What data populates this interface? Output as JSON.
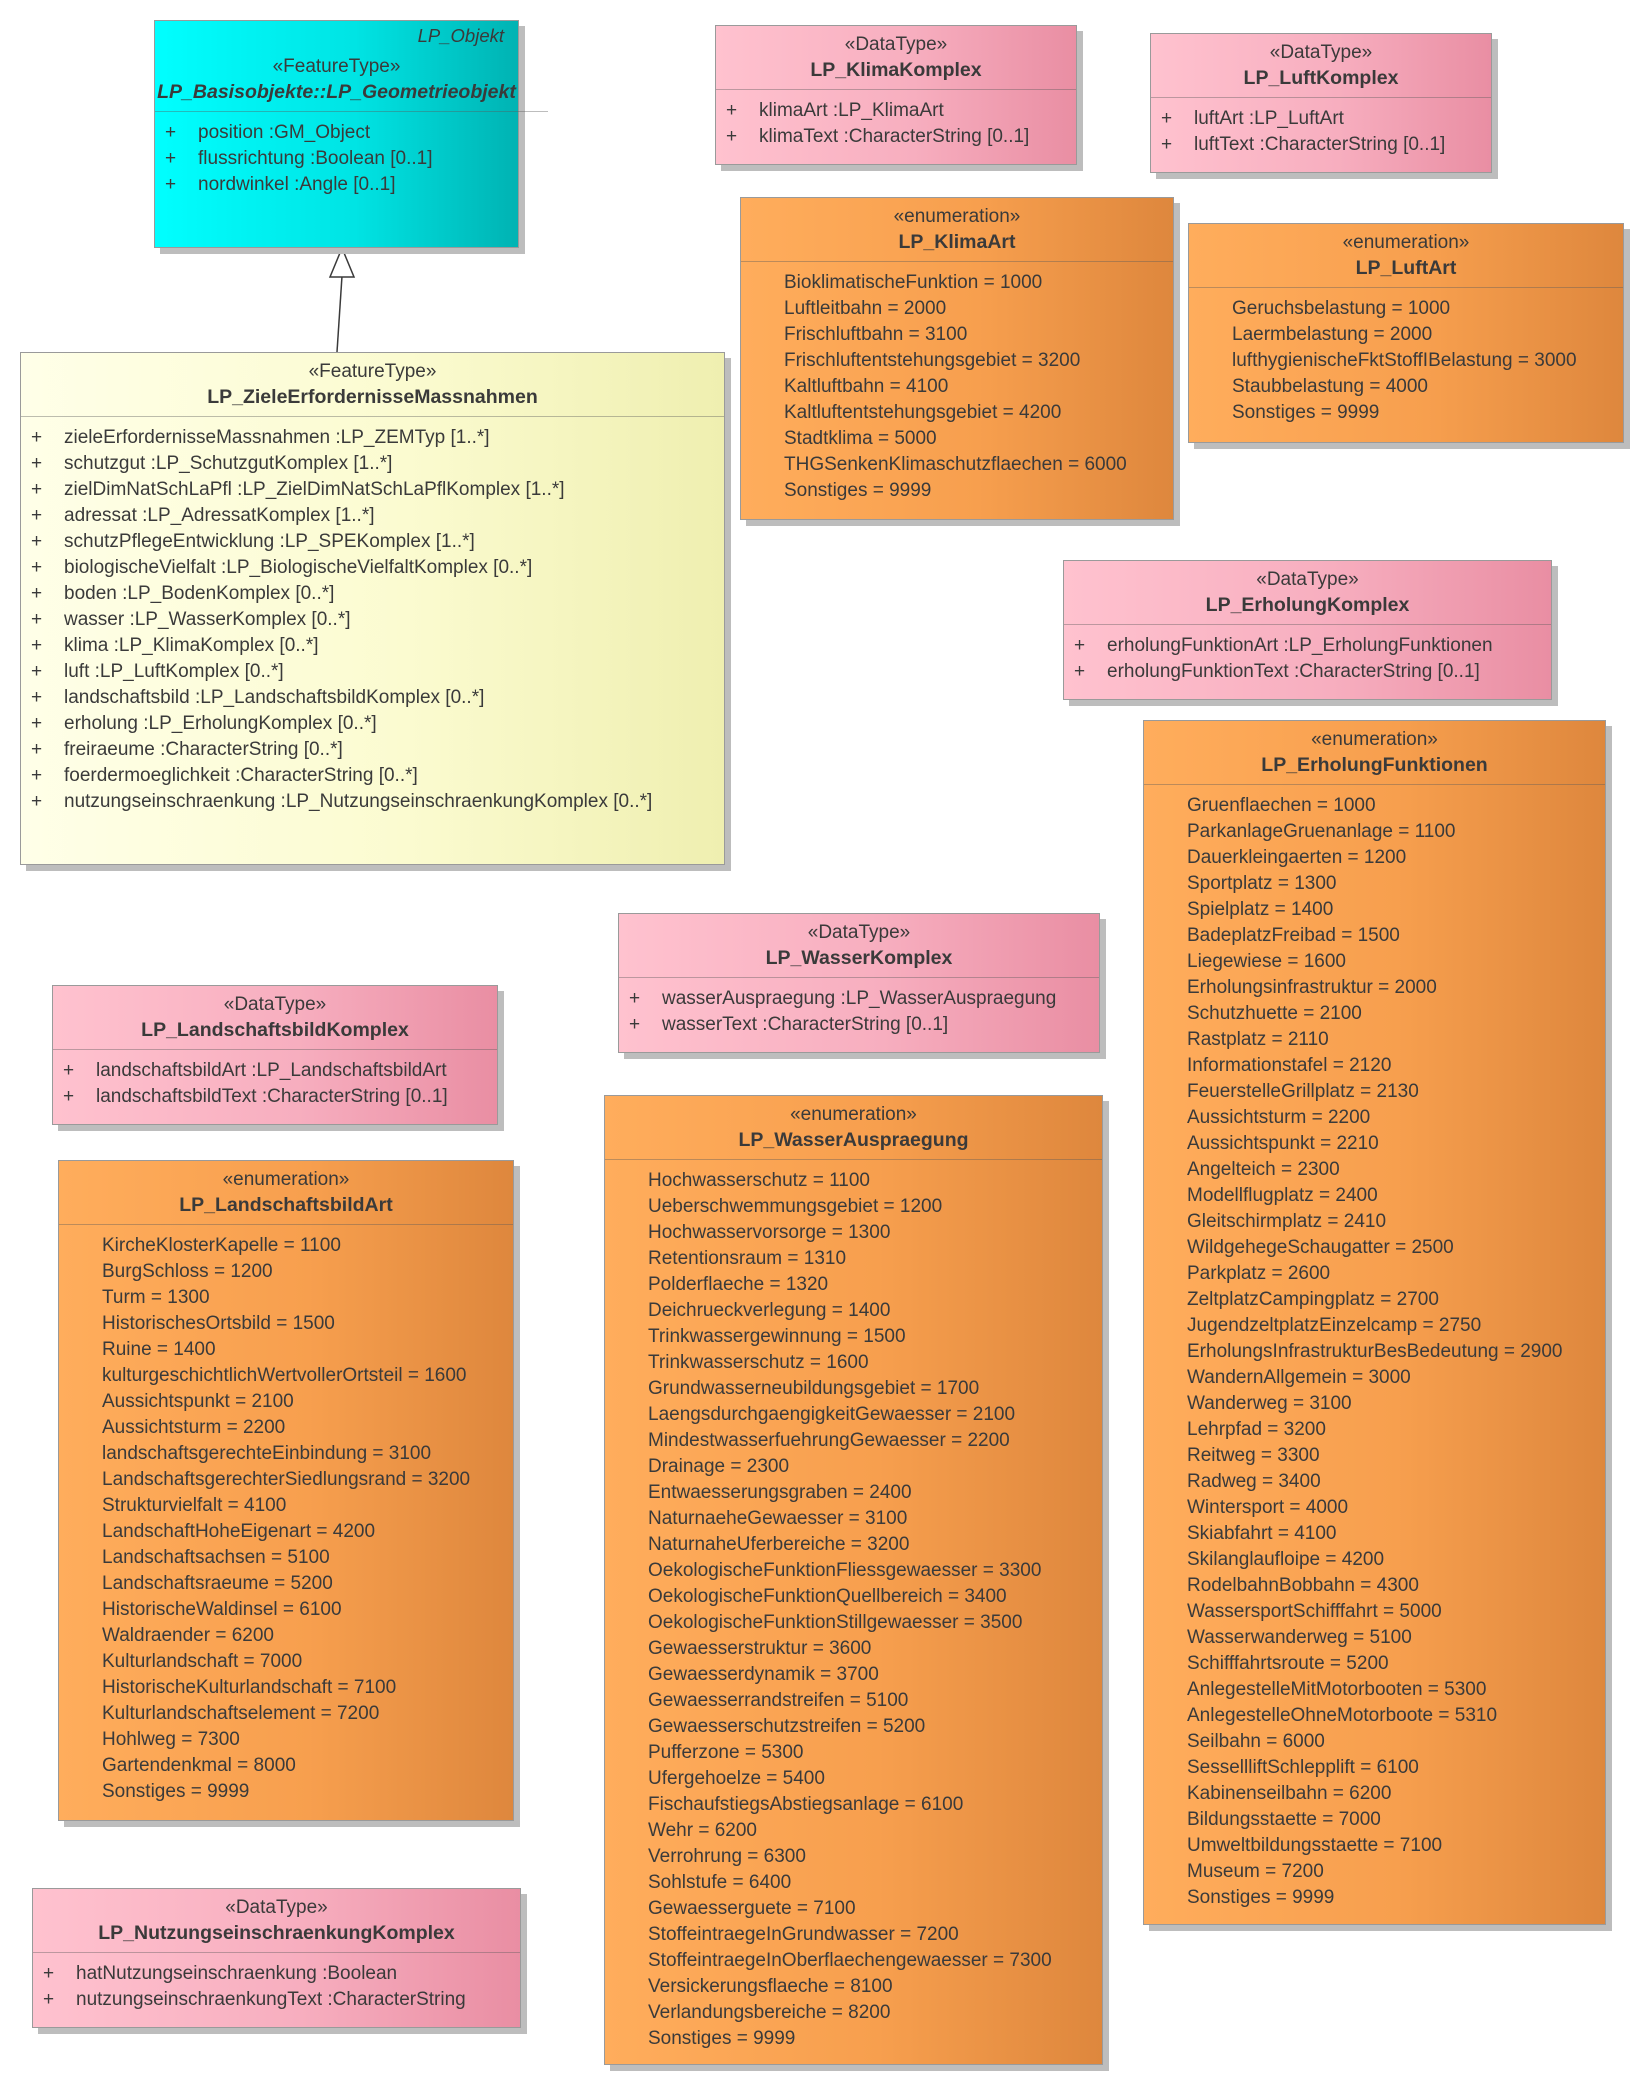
{
  "classes": {
    "lp_objekt": {
      "parent": "LP_Objekt",
      "stereotype": "«FeatureType»",
      "name": "LP_Basisobjekte::LP_Geometrieobjekt",
      "attributes": [
        {
          "vis": "+",
          "text": "position  :GM_Object"
        },
        {
          "vis": "+",
          "text": "flussrichtung  :Boolean [0..1]"
        },
        {
          "vis": "+",
          "text": "nordwinkel  :Angle [0..1]"
        }
      ]
    },
    "ziele": {
      "stereotype": "«FeatureType»",
      "name": "LP_ZieleErfordernisseMassnahmen",
      "attributes": [
        {
          "vis": "+",
          "text": "zieleErfordernisseMassnahmen  :LP_ZEMTyp [1..*]"
        },
        {
          "vis": "+",
          "text": "schutzgut  :LP_SchutzgutKomplex [1..*]"
        },
        {
          "vis": "+",
          "text": "zielDimNatSchLaPfl  :LP_ZielDimNatSchLaPflKomplex [1..*]"
        },
        {
          "vis": "+",
          "text": "adressat  :LP_AdressatKomplex [1..*]"
        },
        {
          "vis": "+",
          "text": "schutzPflegeEntwicklung  :LP_SPEKomplex [1..*]"
        },
        {
          "vis": "+",
          "text": "biologischeVielfalt  :LP_BiologischeVielfaltKomplex [0..*]"
        },
        {
          "vis": "+",
          "text": "boden  :LP_BodenKomplex [0..*]"
        },
        {
          "vis": "+",
          "text": "wasser  :LP_WasserKomplex [0..*]"
        },
        {
          "vis": "+",
          "text": "klima  :LP_KlimaKomplex [0..*]"
        },
        {
          "vis": "+",
          "text": "luft  :LP_LuftKomplex [0..*]"
        },
        {
          "vis": "+",
          "text": "landschaftsbild  :LP_LandschaftsbildKomplex [0..*]"
        },
        {
          "vis": "+",
          "text": "erholung  :LP_ErholungKomplex [0..*]"
        },
        {
          "vis": "+",
          "text": "freiraeume  :CharacterString [0..*]"
        },
        {
          "vis": "+",
          "text": "foerdermoeglichkeit  :CharacterString [0..*]"
        },
        {
          "vis": "+",
          "text": "nutzungseinschraenkung  :LP_NutzungseinschraenkungKomplex [0..*]"
        }
      ]
    },
    "klima_komplex": {
      "stereotype": "«DataType»",
      "name": "LP_KlimaKomplex",
      "attributes": [
        {
          "vis": "+",
          "text": "klimaArt  :LP_KlimaArt"
        },
        {
          "vis": "+",
          "text": "klimaText  :CharacterString [0..1]"
        }
      ]
    },
    "luft_komplex": {
      "stereotype": "«DataType»",
      "name": "LP_LuftKomplex",
      "attributes": [
        {
          "vis": "+",
          "text": "luftArt  :LP_LuftArt"
        },
        {
          "vis": "+",
          "text": "luftText  :CharacterString [0..1]"
        }
      ]
    },
    "klima_art": {
      "stereotype": "«enumeration»",
      "name": "LP_KlimaArt",
      "literals": [
        "BioklimatischeFunktion = 1000",
        "Luftleitbahn = 2000",
        "Frischluftbahn = 3100",
        "Frischluftentstehungsgebiet = 3200",
        "Kaltluftbahn = 4100",
        "Kaltluftentstehungsgebiet = 4200",
        "Stadtklima = 5000",
        "THGSenkenKlimaschutzflaechen = 6000",
        "Sonstiges = 9999"
      ]
    },
    "luft_art": {
      "stereotype": "«enumeration»",
      "name": "LP_LuftArt",
      "literals": [
        "Geruchsbelastung = 1000",
        "Laermbelastung = 2000",
        "lufthygienischeFktStoffIBelastung = 3000",
        "Staubbelastung = 4000",
        "Sonstiges = 9999"
      ]
    },
    "erholung_komplex": {
      "stereotype": "«DataType»",
      "name": "LP_ErholungKomplex",
      "attributes": [
        {
          "vis": "+",
          "text": "erholungFunktionArt  :LP_ErholungFunktionen"
        },
        {
          "vis": "+",
          "text": "erholungFunktionText  :CharacterString [0..1]"
        }
      ]
    },
    "erholung_funktionen": {
      "stereotype": "«enumeration»",
      "name": "LP_ErholungFunktionen",
      "literals": [
        "Gruenflaechen = 1000",
        "ParkanlageGruenanlage = 1100",
        "Dauerkleingaerten = 1200",
        "Sportplatz = 1300",
        "Spielplatz = 1400",
        "BadeplatzFreibad = 1500",
        "Liegewiese = 1600",
        "Erholungsinfrastruktur = 2000",
        "Schutzhuette = 2100",
        "Rastplatz = 2110",
        "Informationstafel = 2120",
        "FeuerstelleGrillplatz = 2130",
        "Aussichtsturm = 2200",
        "Aussichtspunkt = 2210",
        "Angelteich = 2300",
        "Modellflugplatz = 2400",
        "Gleitschirmplatz = 2410",
        "WildgehegeSchaugatter = 2500",
        "Parkplatz = 2600",
        "ZeltplatzCampingplatz = 2700",
        "JugendzeltplatzEinzelcamp = 2750",
        "ErholungsInfrastrukturBesBedeutung = 2900",
        "WandernAllgemein = 3000",
        "Wanderweg = 3100",
        "Lehrpfad = 3200",
        "Reitweg = 3300",
        "Radweg = 3400",
        "Wintersport = 4000",
        "Skiabfahrt = 4100",
        "Skilanglaufloipe = 4200",
        "RodelbahnBobbahn = 4300",
        "WassersportSchifffahrt = 5000",
        "Wasserwanderweg = 5100",
        "Schifffahrtsroute = 5200",
        "AnlegestelleMitMotorbooten = 5300",
        "AnlegestelleOhneMotorboote = 5310",
        "Seilbahn = 6000",
        "SessellliftSchlepplift = 6100",
        "Kabinenseilbahn = 6200",
        "Bildungsstaette = 7000",
        "Umweltbildungsstaette = 7100",
        "Museum = 7200",
        "Sonstiges = 9999"
      ]
    },
    "wasser_komplex": {
      "stereotype": "«DataType»",
      "name": "LP_WasserKomplex",
      "attributes": [
        {
          "vis": "+",
          "text": "wasserAuspraegung  :LP_WasserAuspraegung"
        },
        {
          "vis": "+",
          "text": "wasserText  :CharacterString [0..1]"
        }
      ]
    },
    "wasser_auspraegung": {
      "stereotype": "«enumeration»",
      "name": "LP_WasserAuspraegung",
      "literals": [
        "Hochwasserschutz = 1100",
        "Ueberschwemmungsgebiet = 1200",
        "Hochwasservorsorge = 1300",
        "Retentionsraum = 1310",
        "Polderflaeche = 1320",
        "Deichrueckverlegung = 1400",
        "Trinkwassergewinnung = 1500",
        "Trinkwasserschutz = 1600",
        "Grundwasserneubildungsgebiet = 1700",
        "LaengsdurchgaengigkeitGewaesser = 2100",
        "MindestwasserfuehrungGewaesser = 2200",
        "Drainage = 2300",
        "Entwaesserungsgraben = 2400",
        "NaturnaeheGewaesser = 3100",
        "NaturnaheUferbereiche = 3200",
        "OekologischeFunktionFliessgewaesser = 3300",
        "OekologischeFunktionQuellbereich = 3400",
        "OekologischeFunktionStillgewaesser = 3500",
        "Gewaesserstruktur = 3600",
        "Gewaesserdynamik = 3700",
        "Gewaesserrandstreifen = 5100",
        "Gewaesserschutzstreifen = 5200",
        "Pufferzone = 5300",
        "Ufergehoelze = 5400",
        "FischaufstiegsAbstiegsanlage = 6100",
        "Wehr = 6200",
        "Verrohrung = 6300",
        "Sohlstufe = 6400",
        "Gewaesserguete = 7100",
        "StoffeintraegeInGrundwasser = 7200",
        "StoffeintraegeInOberflaechengewaesser = 7300",
        "Versickerungsflaeche = 8100",
        "Verlandungsbereiche = 8200",
        "Sonstiges = 9999"
      ]
    },
    "landschaftsbild_komplex": {
      "stereotype": "«DataType»",
      "name": "LP_LandschaftsbildKomplex",
      "attributes": [
        {
          "vis": "+",
          "text": "landschaftsbildArt  :LP_LandschaftsbildArt"
        },
        {
          "vis": "+",
          "text": "landschaftsbildText  :CharacterString [0..1]"
        }
      ]
    },
    "landschaftsbild_art": {
      "stereotype": "«enumeration»",
      "name": "LP_LandschaftsbildArt",
      "literals": [
        "KircheKlosterKapelle = 1100",
        "BurgSchloss = 1200",
        "Turm = 1300",
        "HistorischesOrtsbild = 1500",
        "Ruine = 1400",
        "kulturgeschichtlichWertvollerOrtsteil = 1600",
        "Aussichtspunkt = 2100",
        "Aussichtsturm = 2200",
        "landschaftsgerechteEinbindung = 3100",
        "LandschaftsgerechterSiedlungsrand = 3200",
        "Strukturvielfalt = 4100",
        "LandschaftHoheEigenart = 4200",
        "Landschaftsachsen = 5100",
        "Landschaftsraeume = 5200",
        "HistorischeWaldinsel = 6100",
        "Waldraender = 6200",
        "Kulturlandschaft = 7000",
        "HistorischeKulturlandschaft = 7100",
        "Kulturlandschaftselement = 7200",
        "Hohlweg = 7300",
        "Gartendenkmal = 8000",
        "Sonstiges = 9999"
      ]
    },
    "nutzung_komplex": {
      "stereotype": "«DataType»",
      "name": "LP_NutzungseinschraenkungKomplex",
      "attributes": [
        {
          "vis": "+",
          "text": "hatNutzungseinschraenkung  :Boolean"
        },
        {
          "vis": "+",
          "text": "nutzungseinschraenkungText  :CharacterString"
        }
      ]
    }
  },
  "colors": {
    "feature_base": "#00e4e4",
    "feature_type": "#fbfbd0",
    "data_type": "#f7aebf",
    "enumeration": "#f79f4e"
  }
}
